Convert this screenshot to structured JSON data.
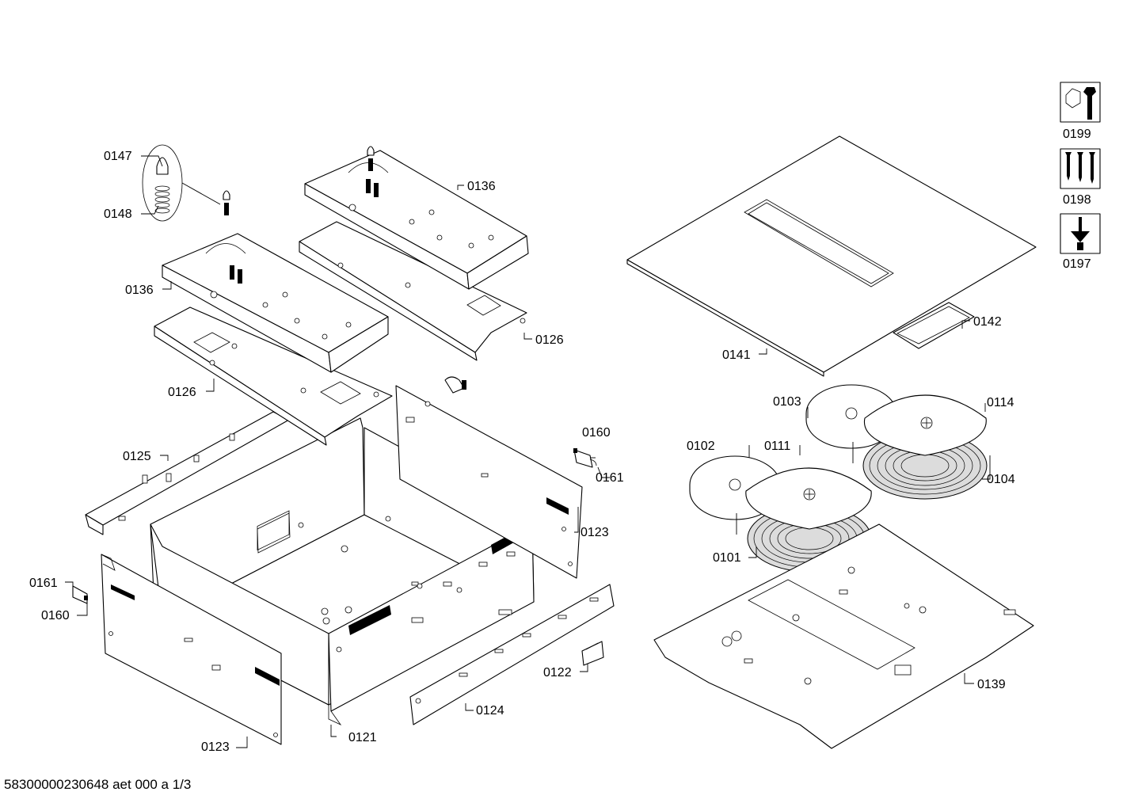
{
  "labels": {
    "l0147": "0147",
    "l0148": "0148",
    "l0136a": "0136",
    "l0136b": "0136",
    "l0126a": "0126",
    "l0126b": "0126",
    "l0125": "0125",
    "l0160a": "0160",
    "l0161a": "0161",
    "l0123a": "0123",
    "l0161b": "0161",
    "l0160b": "0160",
    "l0121": "0121",
    "l0123b": "0123",
    "l0124": "0124",
    "l0122": "0122",
    "l0141": "0141",
    "l0142": "0142",
    "l0103": "0103",
    "l0114": "0114",
    "l0102": "0102",
    "l0111": "0111",
    "l0104": "0104",
    "l0101": "0101",
    "l0139": "0139",
    "l0199": "0199",
    "l0198": "0198",
    "l0197": "0197"
  },
  "icons": [
    "wrench-nut-icon",
    "screws-icon",
    "screwdriver-icon"
  ],
  "footer": "58300000230648 aet 000 a 1/3"
}
